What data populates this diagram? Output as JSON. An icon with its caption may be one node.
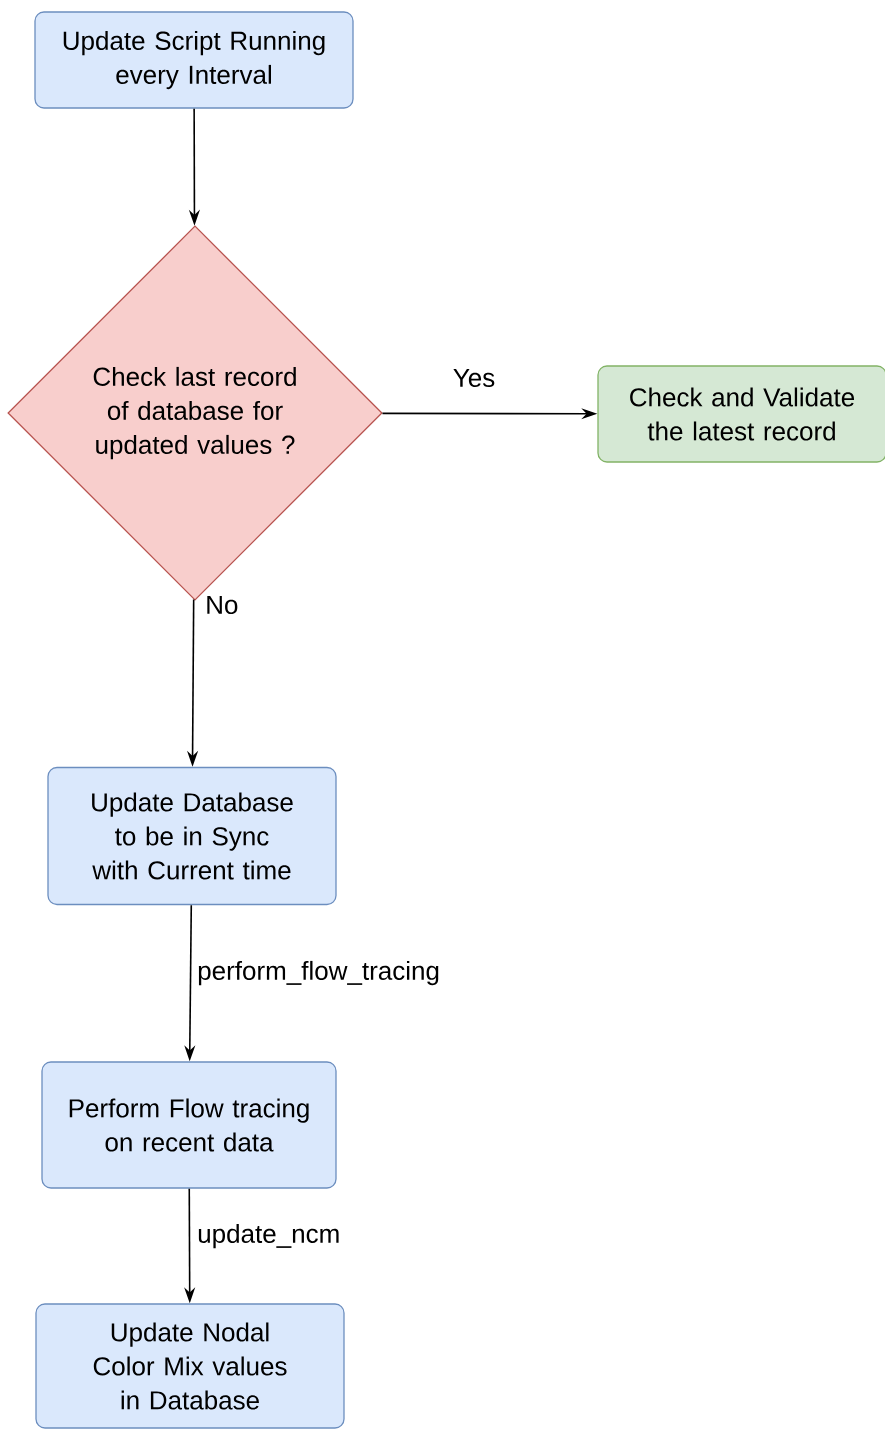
{
  "diagram": {
    "nodes": [
      {
        "text": [
          "Update Script Running every Interval"
        ]
      },
      {
        "text": [
          "Check last record of database for updated values ?"
        ]
      },
      {
        "text": [
          "Check and Validate the latest record"
        ]
      },
      {
        "text": [
          "Update Database to be in Sync with Current time"
        ]
      },
      {
        "text": [
          "Perform Flow tracing on recent data"
        ]
      },
      {
        "text": [
          "Update Nodal Color Mix values in Database"
        ]
      }
    ],
    "edges": [
      {
        "from": 0,
        "to": 1,
        "arrow": "to"
      },
      {
        "from": 1,
        "to": 2,
        "arrow": "to",
        "label": "Yes"
      },
      {
        "from": 1,
        "to": 3,
        "arrow": "to",
        "label": "No"
      },
      {
        "from": 3,
        "to": 4,
        "arrow": "to",
        "label": "perform_flow_tracing"
      },
      {
        "from": 4,
        "to": 5,
        "arrow": "to",
        "label": "update_ncm"
      }
    ]
  }
}
